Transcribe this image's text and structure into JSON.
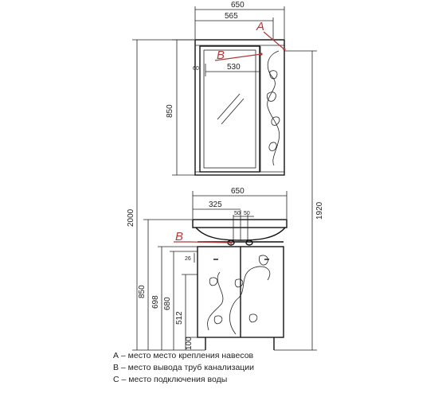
{
  "mirror": {
    "width_total": "650",
    "width_inner": "565",
    "mirror_width": "530",
    "offset": "60",
    "height": "850"
  },
  "cabinet": {
    "width": "650",
    "half": "325",
    "pipe_a": "50",
    "pipe_b": "50",
    "top_gap": "26",
    "h850": "850",
    "h698": "698",
    "h680": "680",
    "h512": "512",
    "h100": "100"
  },
  "overall": {
    "left": "2000",
    "right": "1920"
  },
  "markers": {
    "a": "A",
    "b_mirror": "B",
    "b_cabinet": "B"
  },
  "legend": [
    "А – место место крепления навесов",
    "В – место вывода труб канализации",
    "С – место подключения воды"
  ]
}
